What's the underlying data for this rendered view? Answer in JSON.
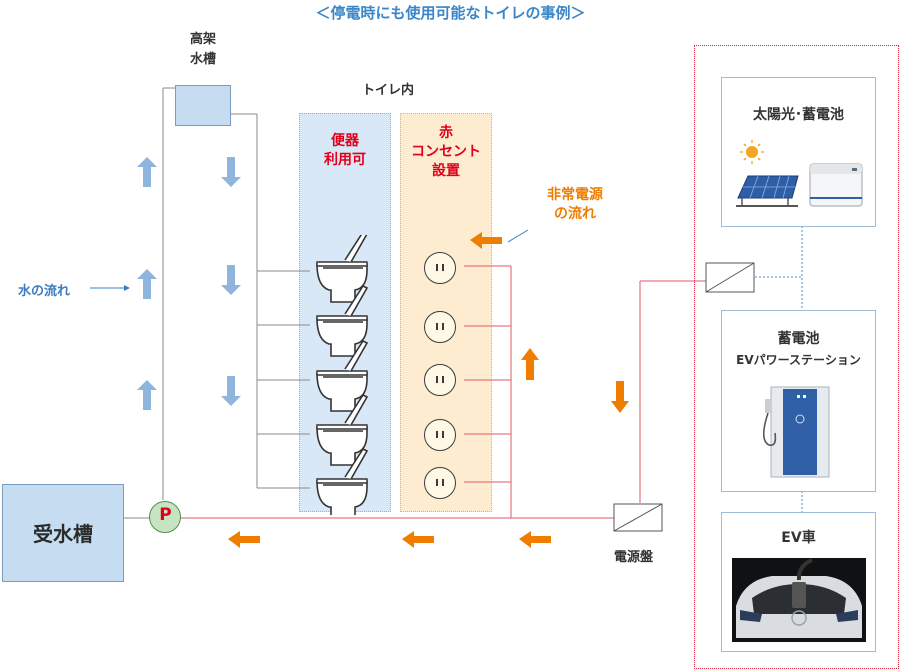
{
  "title": "＜停電時にも使用可能なトイレの事例＞",
  "labels": {
    "elevated_tank": "高架\n水槽",
    "toilet_inside": "トイレ内",
    "toilet_usable": "便器\n利用可",
    "red_outlet": "赤\nコンセント\n設置",
    "emergency_flow": "非常電源\nの流れ",
    "water_flow": "水の流れ",
    "receiving_tank": "受水槽",
    "pump": "P",
    "distribution_board": "電源盤"
  },
  "right_panel": {
    "solar": "太陽光･蓄電池",
    "battery_title": "蓄電池",
    "battery_subtitle": "EVパワーステーション",
    "ev_car": "EV車"
  },
  "colors": {
    "water": "#89b3dc",
    "power": "#e05a6a",
    "orange": "#ef7d00",
    "toilet_panel": "#d9e8f6",
    "outlet_panel": "#fdeccf"
  },
  "icons": [
    "toilet-icon",
    "outlet-icon",
    "solar-panel-icon",
    "sun-icon",
    "battery-icon",
    "ev-charger-icon",
    "ev-car-icon"
  ]
}
